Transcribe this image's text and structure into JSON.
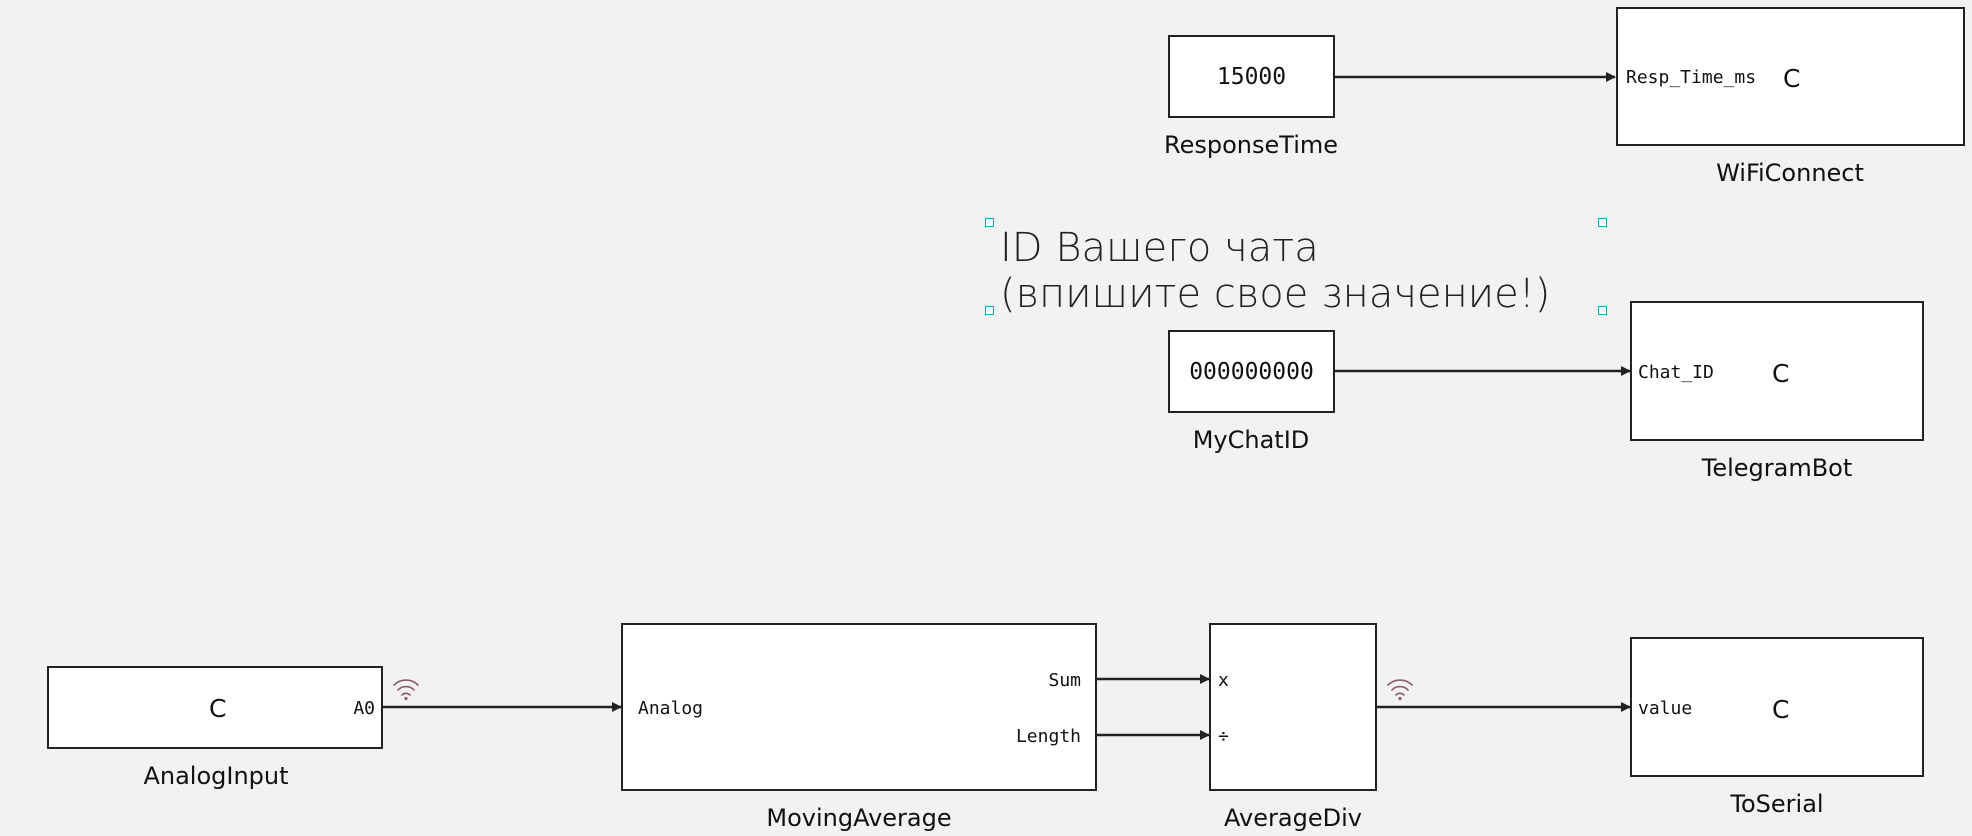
{
  "comment": {
    "line1": "ID Вашего чата",
    "line2": "(впишите свое значение!)"
  },
  "nodes": {
    "response_time": {
      "value": "15000",
      "caption": "ResponseTime"
    },
    "wifi_connect": {
      "pin": "Resp_Time_ms",
      "mark": "C",
      "caption": "WiFiConnect"
    },
    "my_chat_id": {
      "value": "000000000",
      "caption": "MyChatID"
    },
    "telegram_bot": {
      "pin": "Chat_ID",
      "mark": "C",
      "caption": "TelegramBot"
    },
    "analog_input": {
      "mark": "C",
      "pin_out": "A0",
      "caption": "AnalogInput"
    },
    "moving_average": {
      "pin_in": "Analog",
      "pin_out_1": "Sum",
      "pin_out_2": "Length",
      "caption": "MovingAverage"
    },
    "average_div": {
      "pin_in_1": "x",
      "pin_in_2": "÷",
      "caption": "AverageDiv"
    },
    "to_serial": {
      "pin": "value",
      "mark": "C",
      "caption": "ToSerial"
    }
  },
  "icons": {
    "wireless_1": "wifi-signal-icon",
    "wireless_2": "wifi-signal-icon",
    "wire_color": "#222222",
    "signal_color": "#8a5a6e",
    "handle_color": "#19a3b8"
  }
}
